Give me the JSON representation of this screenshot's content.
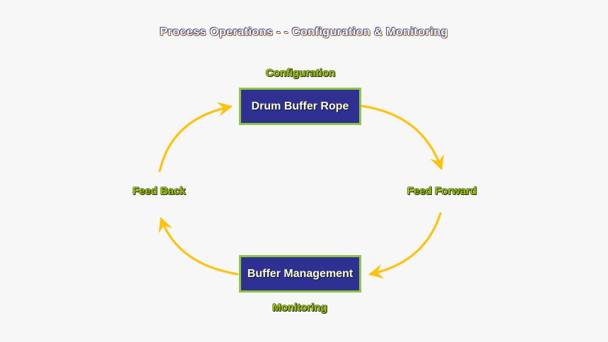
{
  "title": "Process Operations - - Configuration & Monitoring",
  "nodes": {
    "drum_buffer_rope": "Drum Buffer Rope",
    "buffer_management": "Buffer Management"
  },
  "labels": {
    "configuration": "Configuration",
    "feed_forward": "Feed Forward",
    "monitoring": "Monitoring",
    "feed_back": "Feed Back"
  },
  "cycle": [
    "Configuration",
    "Drum Buffer Rope",
    "Feed Forward",
    "Buffer Management",
    "Monitoring",
    "Feed Back"
  ],
  "colors": {
    "background": "#f7f7f7",
    "arrow": "#ffc20e",
    "node_fill": "#2e3192",
    "node_border": "#8cc63f",
    "node_text": "#ffffcc",
    "label_text": "#99cc00"
  }
}
